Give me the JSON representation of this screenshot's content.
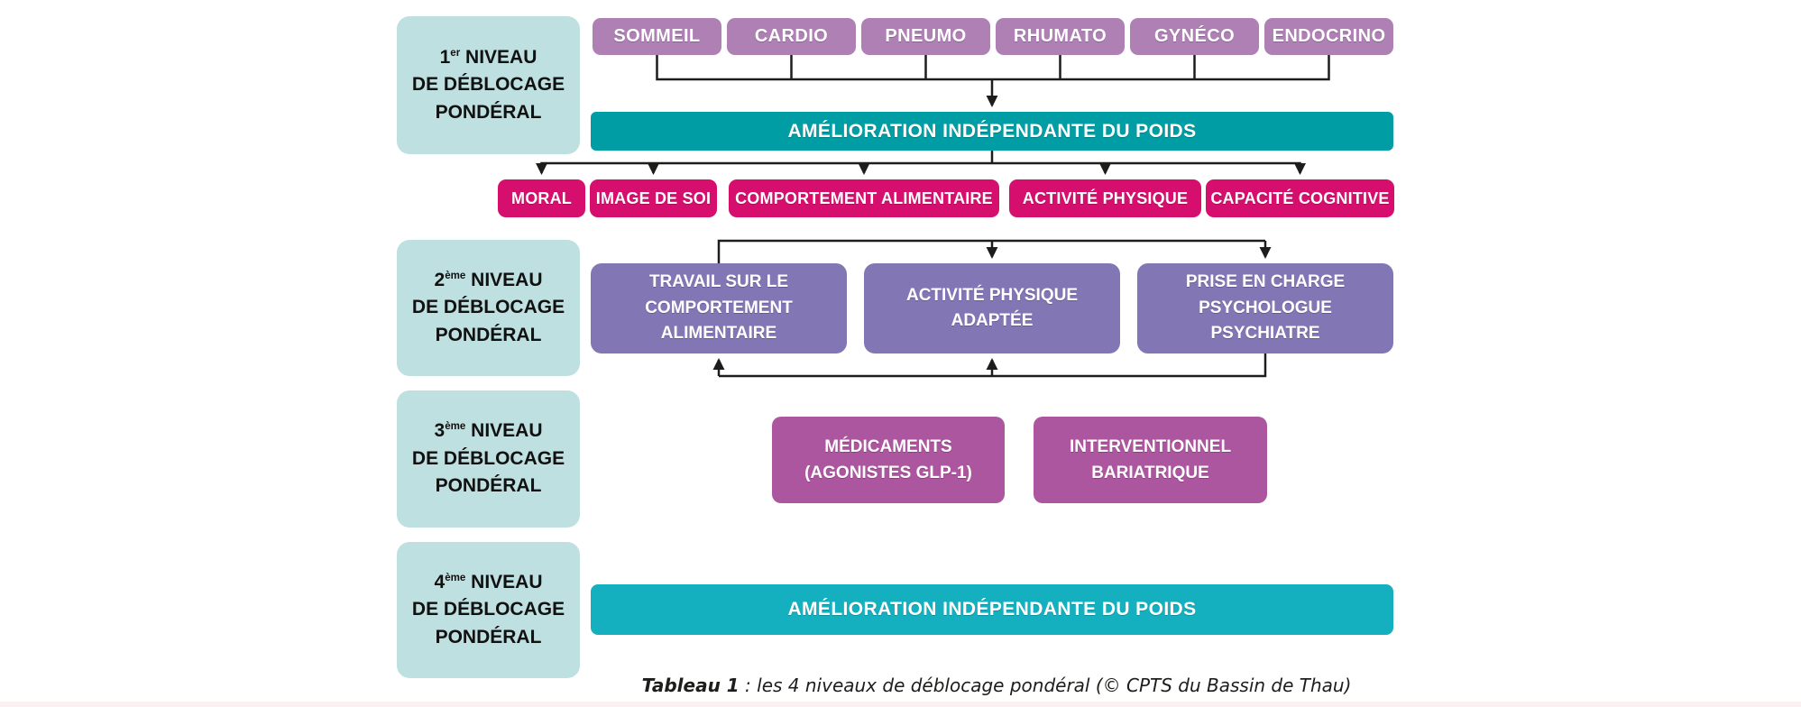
{
  "levels": [
    {
      "ordinal": "1",
      "sup": "er",
      "rest": " NIVEAU",
      "line2": "DE DÉBLOCAGE",
      "line3": "PONDÉRAL"
    },
    {
      "ordinal": "2",
      "sup": "ème",
      "rest": " NIVEAU",
      "line2": "DE DÉBLOCAGE",
      "line3": "PONDÉRAL"
    },
    {
      "ordinal": "3",
      "sup": "ème",
      "rest": " NIVEAU",
      "line2": "DE DÉBLOCAGE",
      "line3": "PONDÉRAL"
    },
    {
      "ordinal": "4",
      "sup": "ème",
      "rest": " NIVEAU",
      "line2": "DE DÉBLOCAGE",
      "line3": "PONDÉRAL"
    }
  ],
  "specialties": [
    "SOMMEIL",
    "CARDIO",
    "PNEUMO",
    "RHUMATO",
    "GYNÉCO",
    "ENDOCRINO"
  ],
  "improvement_bar_level1": "AMÉLIORATION INDÉPENDANTE DU POIDS",
  "outcomes": [
    "MORAL",
    "IMAGE DE SOI",
    "COMPORTEMENT ALIMENTAIRE",
    "ACTIVITÉ PHYSIQUE",
    "CAPACITÉ COGNITIVE"
  ],
  "level2_boxes": [
    "TRAVAIL SUR LE COMPORTEMENT ALIMENTAIRE",
    "ACTIVITÉ PHYSIQUE ADAPTÉE",
    "PRISE EN CHARGE PSYCHOLOGUE PSYCHIATRE"
  ],
  "level3_boxes": [
    "MÉDICAMENTS (AGONISTES GLP-1)",
    "INTERVENTIONNEL BARIATRIQUE"
  ],
  "improvement_bar_level4": "AMÉLIORATION INDÉPENDANTE DU POIDS",
  "caption": {
    "bold": "Tableau 1",
    "rest": " : les 4 niveaux de déblocage pondéral (© CPTS du Bassin de Thau)"
  },
  "colors": {
    "level_label_bg": "#bfe0e1",
    "specialty_bg": "#ae80b4",
    "improvement_bar1_bg": "#009da5",
    "outcome_bg": "#d60e6e",
    "level2_box_bg": "#8277b4",
    "level3_box_bg": "#ad56a0",
    "improvement_bar4_bg": "#14b0bf",
    "connector_line": "#1d1d1b"
  }
}
